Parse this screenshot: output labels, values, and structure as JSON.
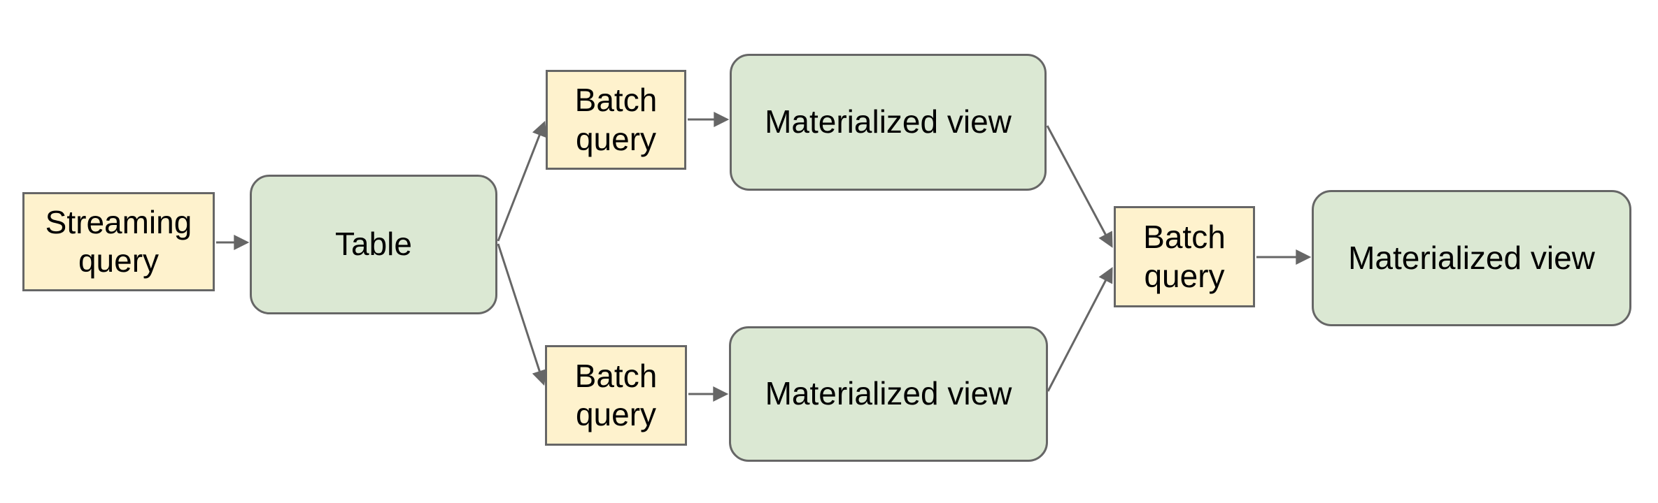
{
  "palette": {
    "background": "#ffffff",
    "query_box_fill": "#fef2cd",
    "store_box_fill": "#dbe8d3",
    "box_border": "#666666",
    "connector_color": "#666666",
    "text_color": "#000000"
  },
  "diagram": {
    "nodes": [
      {
        "id": "streaming-query",
        "label": "Streaming query",
        "kind": "query"
      },
      {
        "id": "table",
        "label": "Table",
        "kind": "table"
      },
      {
        "id": "batch-query-top",
        "label": "Batch query",
        "kind": "query"
      },
      {
        "id": "materialized-view-top",
        "label": "Materialized view",
        "kind": "view"
      },
      {
        "id": "batch-query-bottom",
        "label": "Batch query",
        "kind": "query"
      },
      {
        "id": "materialized-view-bottom",
        "label": "Materialized view",
        "kind": "view"
      },
      {
        "id": "batch-query-final",
        "label": "Batch query",
        "kind": "query"
      },
      {
        "id": "materialized-view-final",
        "label": "Materialized view",
        "kind": "view"
      }
    ],
    "edges": [
      {
        "from": "streaming-query",
        "to": "table"
      },
      {
        "from": "table",
        "to": "batch-query-top"
      },
      {
        "from": "table",
        "to": "batch-query-bottom"
      },
      {
        "from": "batch-query-top",
        "to": "materialized-view-top"
      },
      {
        "from": "batch-query-bottom",
        "to": "materialized-view-bottom"
      },
      {
        "from": "materialized-view-top",
        "to": "batch-query-final"
      },
      {
        "from": "materialized-view-bottom",
        "to": "batch-query-final"
      },
      {
        "from": "batch-query-final",
        "to": "materialized-view-final"
      }
    ]
  }
}
